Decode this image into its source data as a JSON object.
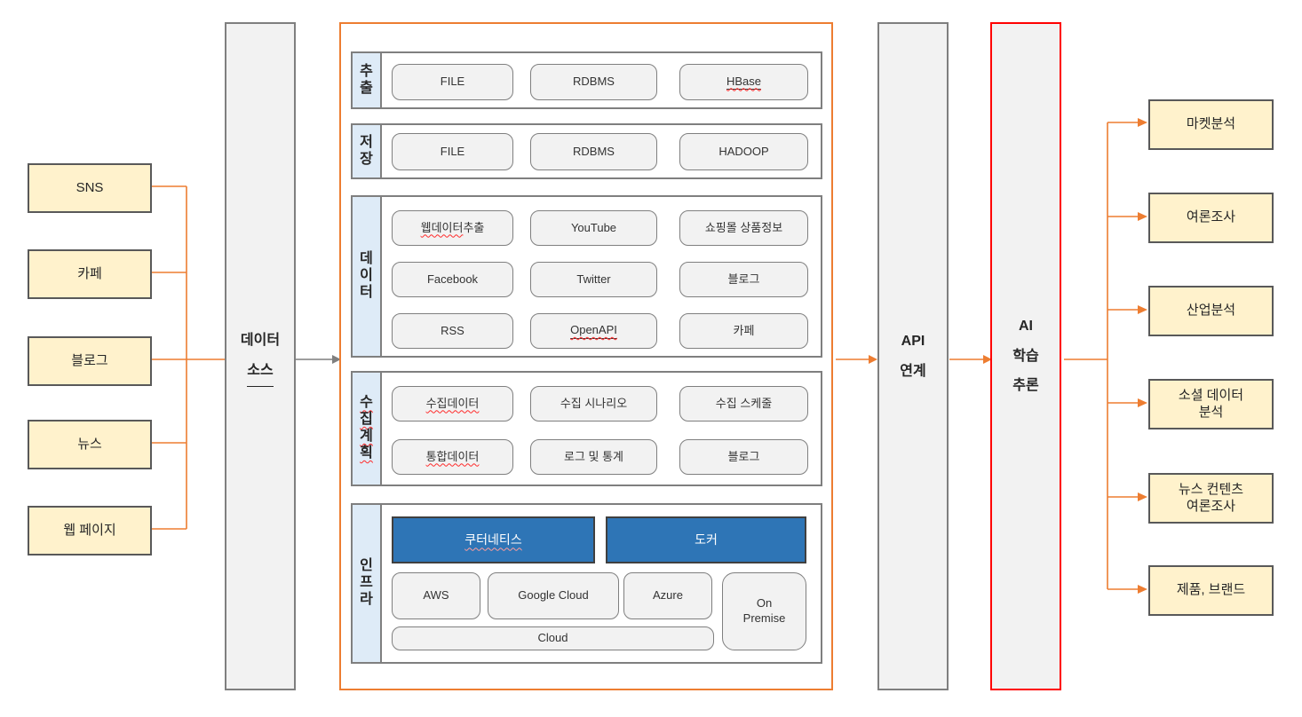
{
  "colors": {
    "accent_orange": "#ED7D31",
    "source_fill": "#FFF2CC",
    "source_border": "#595959",
    "panel_fill": "#F2F2F2",
    "panel_border": "#7F7F7F",
    "label_strip_fill": "#DEEBF7",
    "platform_blue": "#2E75B6",
    "ai_border_red": "#FF0000",
    "squiggle_red": "#FF2A2A"
  },
  "sources": [
    {
      "name": "sns",
      "label": "SNS"
    },
    {
      "name": "cafe",
      "label": "카페"
    },
    {
      "name": "blog",
      "label": "블로그"
    },
    {
      "name": "news",
      "label": "뉴스"
    },
    {
      "name": "web-page",
      "label": "웹 페이지"
    }
  ],
  "panels": {
    "data_source": {
      "lines": [
        "데이터",
        "소스"
      ]
    },
    "api": {
      "lines": [
        "API",
        "연계"
      ]
    },
    "ai": {
      "lines": [
        "AI",
        "학습",
        "추론"
      ]
    }
  },
  "pipeline": {
    "sections": [
      {
        "id": "extract",
        "label_chars": [
          "추",
          "출"
        ],
        "rows": [
          [
            {
              "name": "file",
              "text": "FILE"
            },
            {
              "name": "rdbms",
              "text": "RDBMS"
            },
            {
              "name": "hbase",
              "text": "HBase",
              "u": true,
              "sq": true
            }
          ]
        ]
      },
      {
        "id": "store",
        "label_chars": [
          "저",
          "장"
        ],
        "rows": [
          [
            {
              "name": "file2",
              "text": "FILE"
            },
            {
              "name": "rdbms2",
              "text": "RDBMS"
            },
            {
              "name": "hadoop",
              "text": "HADOOP"
            }
          ]
        ]
      },
      {
        "id": "data",
        "label_chars": [
          "데",
          "이",
          "터"
        ],
        "rows": [
          [
            {
              "name": "web-data-extract",
              "parts": [
                {
                  "text": "웹데이터",
                  "sq": true
                },
                {
                  "text": " 추출"
                }
              ]
            },
            {
              "name": "youtube",
              "text": "YouTube"
            },
            {
              "name": "shopping-product-info",
              "text": "쇼핑몰 상품정보"
            }
          ],
          [
            {
              "name": "facebook",
              "text": "Facebook"
            },
            {
              "name": "twitter",
              "text": "Twitter"
            },
            {
              "name": "blog-data",
              "text": "블로그"
            }
          ],
          [
            {
              "name": "rss",
              "text": "RSS"
            },
            {
              "name": "openapi",
              "text": "OpenAPI",
              "u": true,
              "sq": true
            },
            {
              "name": "cafe-data",
              "text": "카페"
            }
          ]
        ]
      },
      {
        "id": "plan",
        "label_chars": [
          "수",
          "집",
          "계",
          "획"
        ],
        "label_sq": true,
        "rows": [
          [
            {
              "name": "collect-data",
              "text": "수집데이터",
              "sq": true
            },
            {
              "name": "collect-scenario",
              "text": "수집 시나리오"
            },
            {
              "name": "collect-schedule",
              "text": "수집 스케줄"
            }
          ],
          [
            {
              "name": "integrated-data",
              "text": "통합데이터",
              "sq": true
            },
            {
              "name": "log-stats",
              "text": "로그 및 통계"
            },
            {
              "name": "blog-plan",
              "text": "블로그"
            }
          ]
        ]
      },
      {
        "id": "infra",
        "label_chars": [
          "인",
          "프",
          "라"
        ],
        "platforms": [
          {
            "name": "kubernetes",
            "text": "쿠터네티스",
            "sq": true
          },
          {
            "name": "docker",
            "text": "도커"
          }
        ],
        "clouds": [
          {
            "name": "aws",
            "text": "AWS"
          },
          {
            "name": "google-cloud",
            "text": "Google Cloud"
          },
          {
            "name": "azure",
            "text": "Azure"
          }
        ],
        "on_premise": {
          "name": "on-premise",
          "text": "On\nPremise"
        },
        "cloud_bar": {
          "name": "cloud",
          "text": "Cloud"
        }
      }
    ]
  },
  "outputs": [
    {
      "name": "market-analysis",
      "label": "마켓분석"
    },
    {
      "name": "opinion-poll",
      "label": "여론조사"
    },
    {
      "name": "industry-analysis",
      "label": "산업분석"
    },
    {
      "name": "social-data-analysis",
      "label": "소셜 데이터\n분석"
    },
    {
      "name": "news-content-poll",
      "label": "뉴스 컨텐츠\n여론조사"
    },
    {
      "name": "product-brand",
      "label": "제품, 브랜드"
    }
  ]
}
